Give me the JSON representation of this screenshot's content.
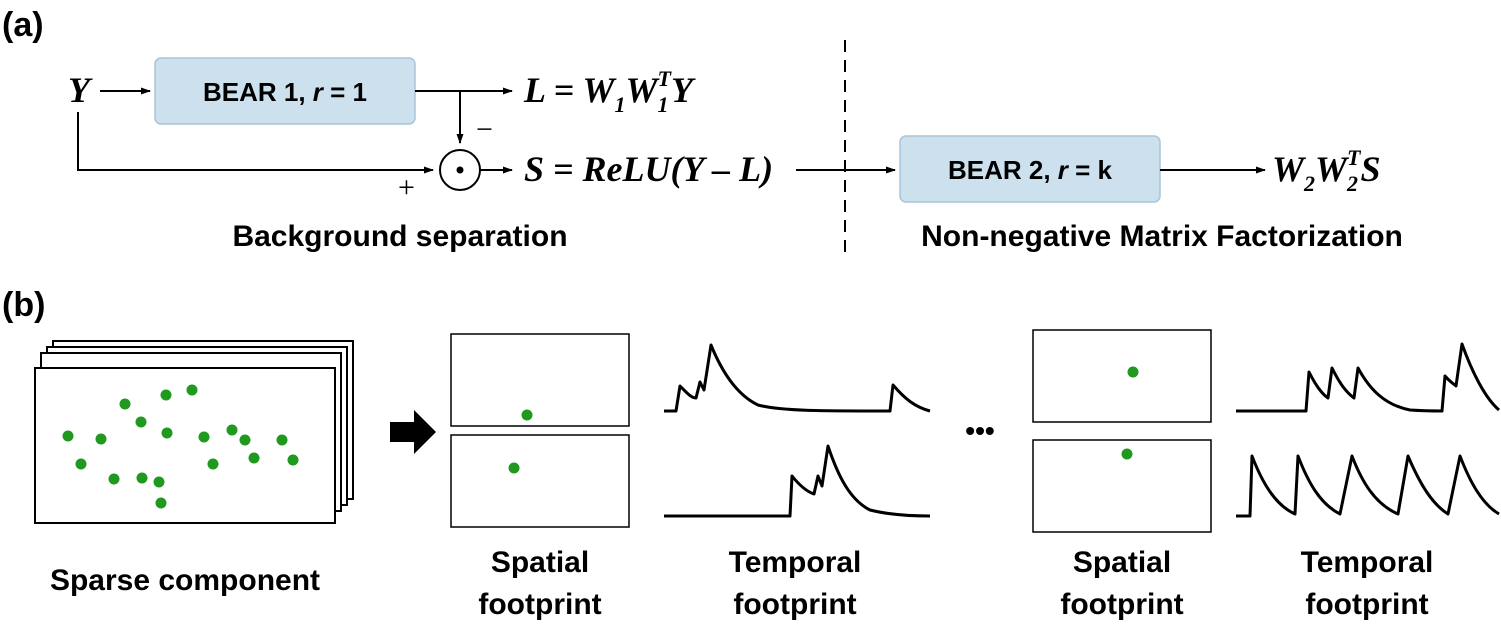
{
  "panel_a": {
    "label": "(a)",
    "input": "Y",
    "bear1_prefix": "BEAR 1, ",
    "bear1_var": "r",
    "bear1_suffix": " = 1",
    "L_lhs": "L = W",
    "L_sub1": "1",
    "L_W": "W",
    "L_sub2": "1",
    "L_sup": "T",
    "L_end": "Y",
    "S_eq": "S = ReLU(Y – L)",
    "minus": "−",
    "plus": "+",
    "bear2_prefix": "BEAR 2, ",
    "bear2_var": "r",
    "bear2_suffix": " = k",
    "out_W": "W",
    "out_sub1": "2",
    "out_W2": "W",
    "out_sub2": "2",
    "out_sup": "T",
    "out_end": "S",
    "caption_left": "Background separation",
    "caption_right": "Non-negative Matrix Factorization",
    "box_fill": "#cce0ee",
    "box_stroke": "#a9c4d8"
  },
  "panel_b": {
    "label": "(b)",
    "sparse_caption": "Sparse component",
    "spatial_caption_1": "Spatial",
    "spatial_caption_2": "footprint",
    "temporal_caption_1": "Temporal",
    "temporal_caption_2": "footprint",
    "ellipsis": "•••",
    "dot_color": "#1f9a1f"
  }
}
